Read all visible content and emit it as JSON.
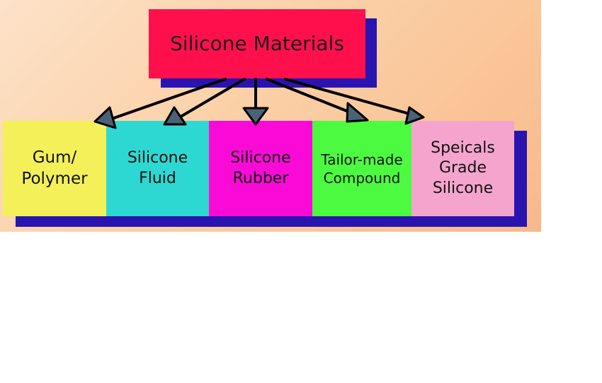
{
  "diagram": {
    "title": "Silicone Materials",
    "title_color": "#ff0f4b",
    "shadow_color": "#2a14b0",
    "arrow_head_color": "#4b6175",
    "categories": [
      {
        "label": "Gum/\nPolymer",
        "color": "#f4f05a"
      },
      {
        "label": "Silicone\nFluid",
        "color": "#2ed8d2"
      },
      {
        "label": "Silicone\nRubber",
        "color": "#fa0ad6"
      },
      {
        "label": "Tailor-made\nCompound",
        "color": "#4cfb40"
      },
      {
        "label": "Speicals\nGrade\nSilicone",
        "color": "#f5a5cd"
      }
    ]
  }
}
